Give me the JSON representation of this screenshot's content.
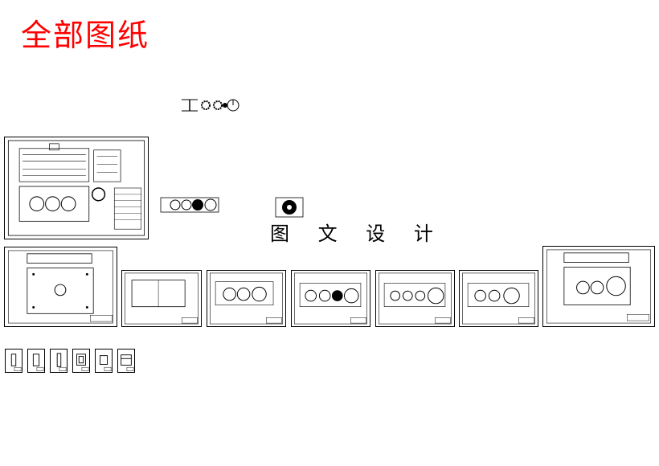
{
  "page_title": "全部图纸",
  "center_caption": "图 文 设 计",
  "colors": {
    "title": "#ff0000",
    "lines": "#000000",
    "background": "#ffffff"
  },
  "drawings": {
    "top_assembly_sheet": "assembly-drawing",
    "loose_gear_sketch": "gear-sketch",
    "middle_gear_strip": "gear-strip",
    "single_gear": "gear-detail",
    "row_sheets": [
      "plate-drawing",
      "plate-drawing",
      "gear-layout",
      "gear-layout",
      "gear-layout",
      "gear-layout",
      "assembly-drawing"
    ],
    "part_thumbnails": [
      "part-1",
      "part-2",
      "part-3",
      "part-4",
      "part-5",
      "part-6"
    ]
  }
}
